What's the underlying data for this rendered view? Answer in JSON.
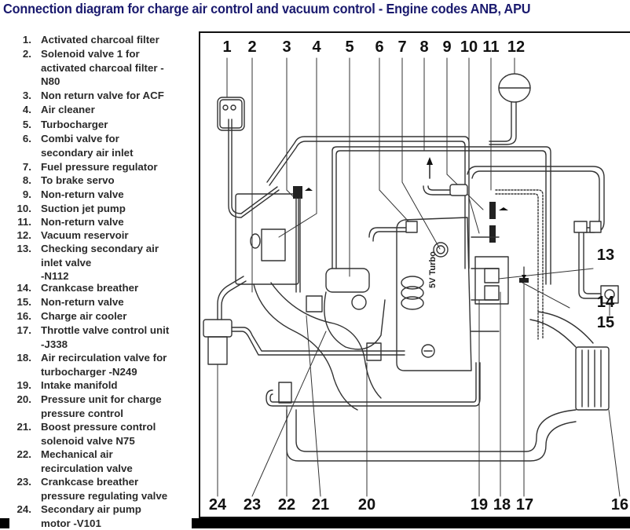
{
  "title": "Connection diagram for charge air control and vacuum control - Engine codes ANB, APU",
  "legend": [
    {
      "num": "1.",
      "text": "Activated charcoal filter"
    },
    {
      "num": "2.",
      "text": "Solenoid valve 1 for\nactivated charcoal filter -\nN80"
    },
    {
      "num": "3.",
      "text": "Non return valve for ACF"
    },
    {
      "num": "4.",
      "text": "Air cleaner"
    },
    {
      "num": "5.",
      "text": "Turbocharger"
    },
    {
      "num": "6.",
      "text": "Combi valve for\nsecondary air inlet"
    },
    {
      "num": "7.",
      "text": "Fuel pressure regulator"
    },
    {
      "num": "8.",
      "text": "To brake servo"
    },
    {
      "num": "9.",
      "text": "Non-return valve"
    },
    {
      "num": "10.",
      "text": "Suction jet pump"
    },
    {
      "num": "11.",
      "text": "Non-return valve"
    },
    {
      "num": "12.",
      "text": "Vacuum reservoir"
    },
    {
      "num": "13.",
      "text": "Checking secondary air\ninlet valve\n-N112"
    },
    {
      "num": "14.",
      "text": "Crankcase breather"
    },
    {
      "num": "15.",
      "text": "Non-return valve"
    },
    {
      "num": "16.",
      "text": "Charge air cooler"
    },
    {
      "num": "17.",
      "text": "Throttle valve control unit\n-J338"
    },
    {
      "num": "18.",
      "text": "Air recirculation valve for\nturbocharger -N249"
    },
    {
      "num": "19.",
      "text": "Intake manifold"
    },
    {
      "num": "20.",
      "text": "Pressure unit for charge\npressure control"
    },
    {
      "num": "21.",
      "text": "Boost pressure control\nsolenoid valve N75"
    },
    {
      "num": "22.",
      "text": "Mechanical air\nrecirculation valve"
    },
    {
      "num": "23.",
      "text": "Crankcase breather\npressure regulating valve"
    },
    {
      "num": "24.",
      "text": "Secondary air pump\nmotor -V101"
    }
  ],
  "diagram": {
    "top_callouts": [
      "1",
      "2",
      "3",
      "4",
      "5",
      "6",
      "7",
      "8",
      "9",
      "10",
      "11",
      "12"
    ],
    "right_callouts": [
      "13",
      "14",
      "15"
    ],
    "bottom_callouts": [
      "24",
      "23",
      "22",
      "21",
      "20",
      "19",
      "18",
      "17",
      "16"
    ],
    "engine_cover_text": "5V Turbo"
  }
}
